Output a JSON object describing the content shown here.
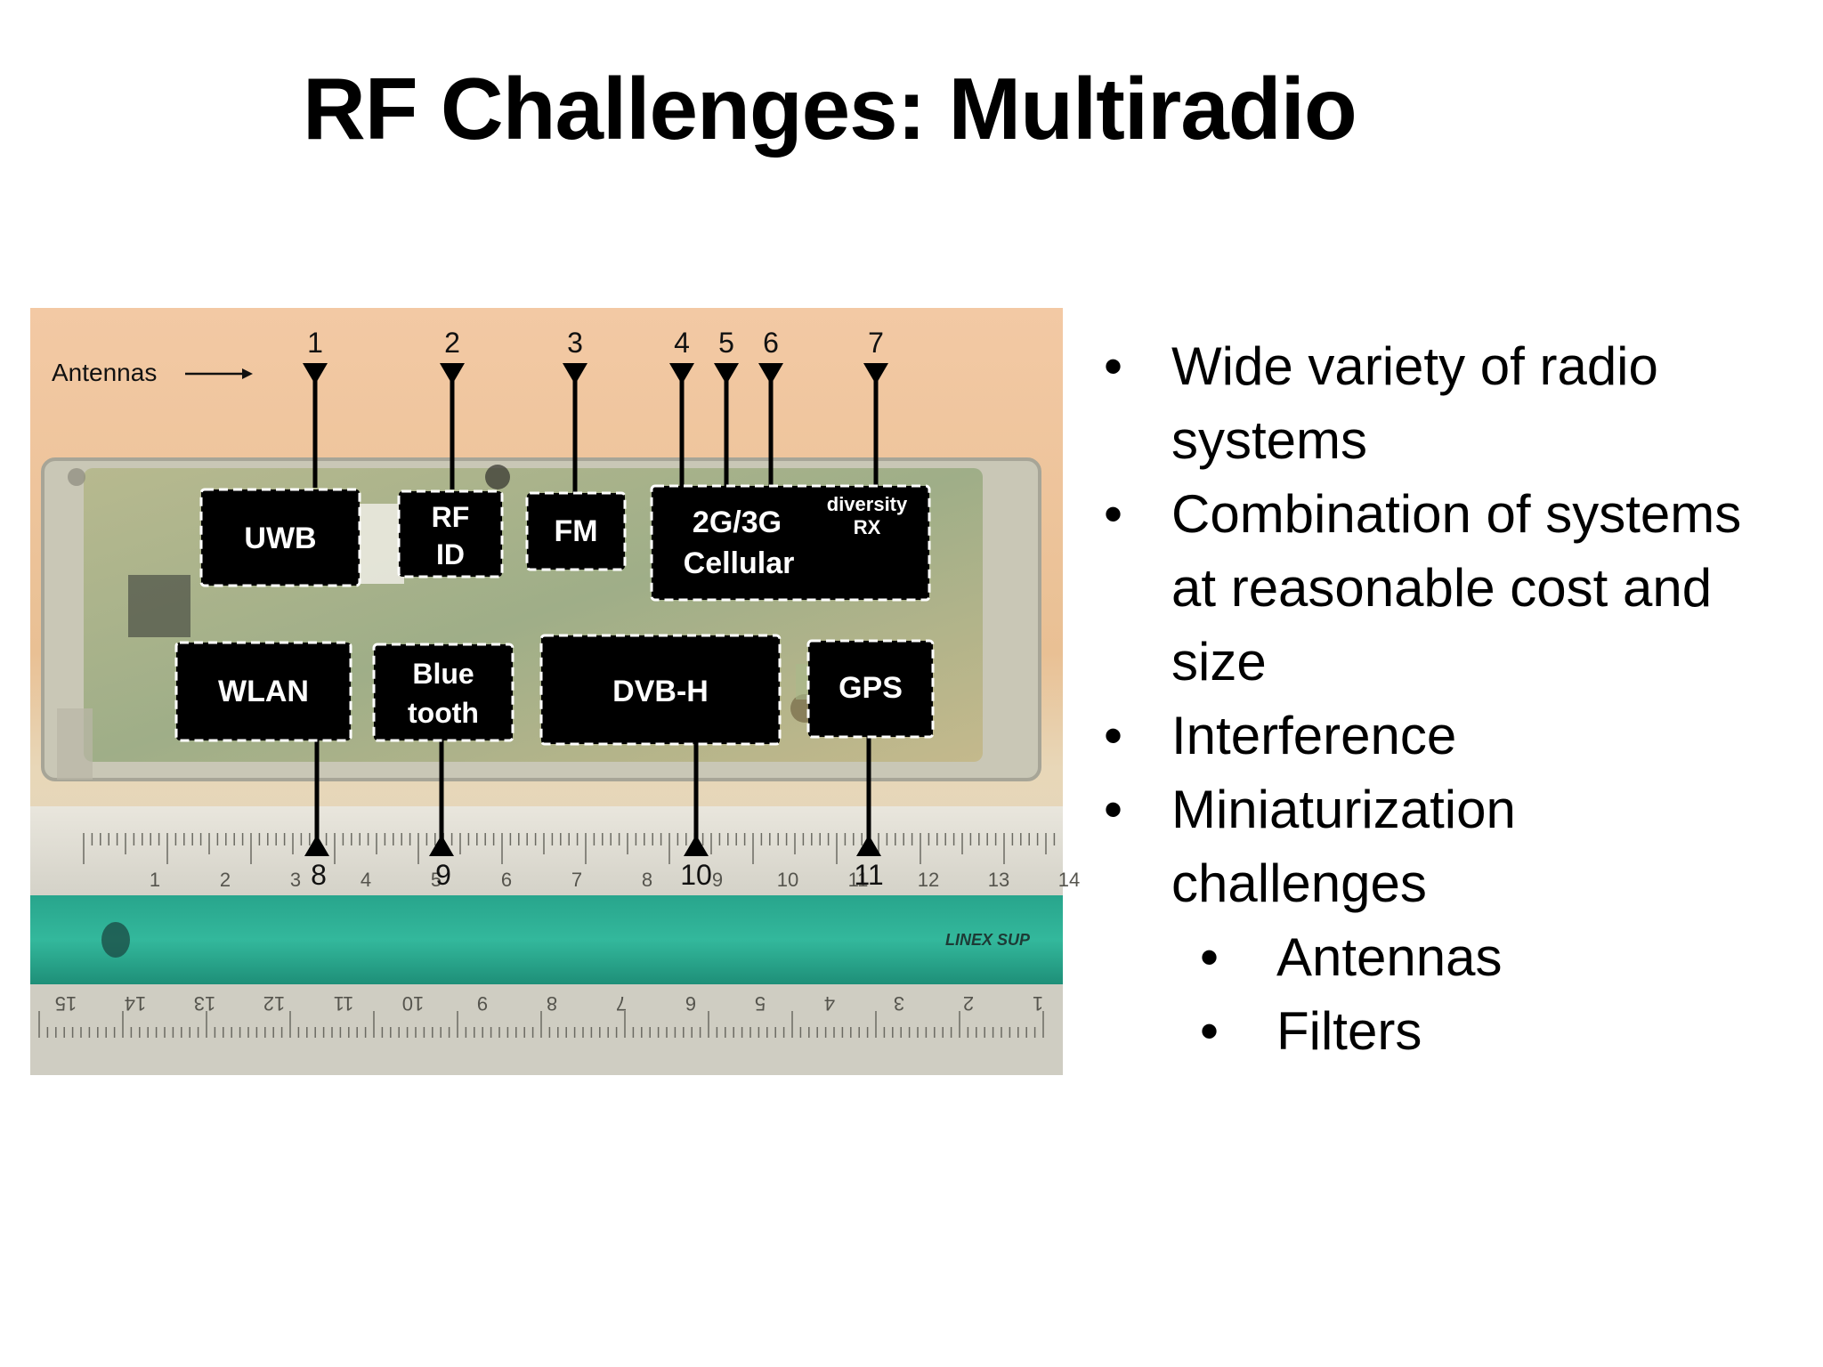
{
  "slide": {
    "title": "RF Challenges: Multiradio"
  },
  "figure": {
    "antennas_label": "Antennas",
    "antenna_numbers": [
      "1",
      "2",
      "3",
      "4",
      "5",
      "6",
      "7",
      "8",
      "9",
      "10",
      "11"
    ],
    "chips": {
      "uwb": "UWB",
      "rfid_line1": "RF",
      "rfid_line2": "ID",
      "fm": "FM",
      "cellular_line1": "2G/3G",
      "cellular_line2": "Cellular",
      "diversity_line1": "diversity",
      "diversity_line2": "RX",
      "wlan": "WLAN",
      "bluetooth_line1": "Blue",
      "bluetooth_line2": "tooth",
      "dvbh": "DVB-H",
      "gps": "GPS"
    },
    "ruler_top_numbers": [
      "1",
      "2",
      "3",
      "4",
      "5",
      "6",
      "7",
      "8",
      "9",
      "10",
      "11",
      "12",
      "13",
      "14"
    ],
    "ruler_brand": "LINEX SUP",
    "ruler_bottom_numbers": [
      "15",
      "14",
      "13",
      "12",
      "11",
      "10",
      "9",
      "8",
      "7",
      "6",
      "5",
      "4",
      "3",
      "2",
      "1"
    ]
  },
  "bullets": [
    {
      "text_line1": "Wide variety of radio",
      "text_line2": "systems"
    },
    {
      "text_line1": "Combination of systems",
      "text_line2": "at reasonable cost and",
      "text_line3": "size"
    },
    {
      "text_line1": "Interference"
    },
    {
      "text_line1": "Miniaturization",
      "text_line2": "challenges"
    }
  ],
  "sub_bullets": [
    {
      "text": "Antennas"
    },
    {
      "text": "Filters"
    }
  ],
  "bullet_glyph": "•"
}
